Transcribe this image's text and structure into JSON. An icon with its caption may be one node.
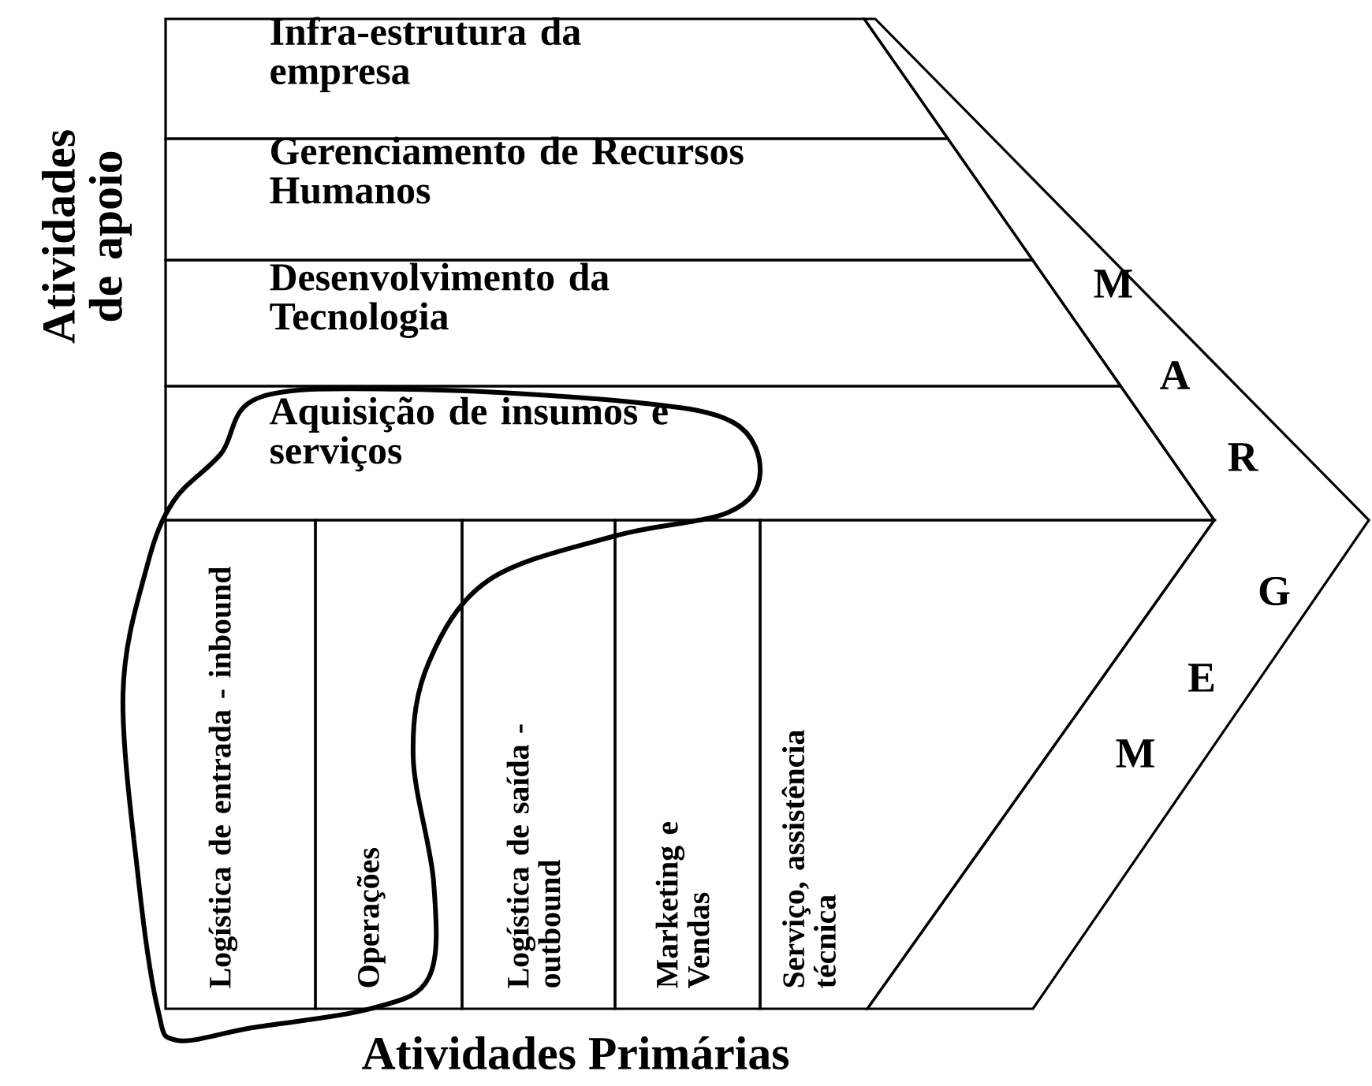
{
  "diagram": {
    "nodes": [
      {
        "text": [
          "Infra-estrutura da empresa"
        ]
      },
      {
        "text": [
          "Gerenciamento de Recursos Humanos"
        ]
      },
      {
        "text": [
          "Desenvolvimento da Tecnologia"
        ]
      },
      {
        "text": [
          "Aquisição de insumos e serviços"
        ]
      },
      {
        "text": [
          "Logística de entrada - inbound"
        ]
      },
      {
        "text": [
          "Operações"
        ]
      },
      {
        "text": [
          "Logística de saída - outbound"
        ]
      },
      {
        "text": [
          "Marketing e Vendas"
        ]
      },
      {
        "text": [
          "Serviço, assistência técnica"
        ]
      }
    ],
    "labels": [
      "Atividades de apoio",
      "M",
      "A",
      "R",
      "G",
      "E",
      "M",
      "Atividades Primárias"
    ]
  }
}
